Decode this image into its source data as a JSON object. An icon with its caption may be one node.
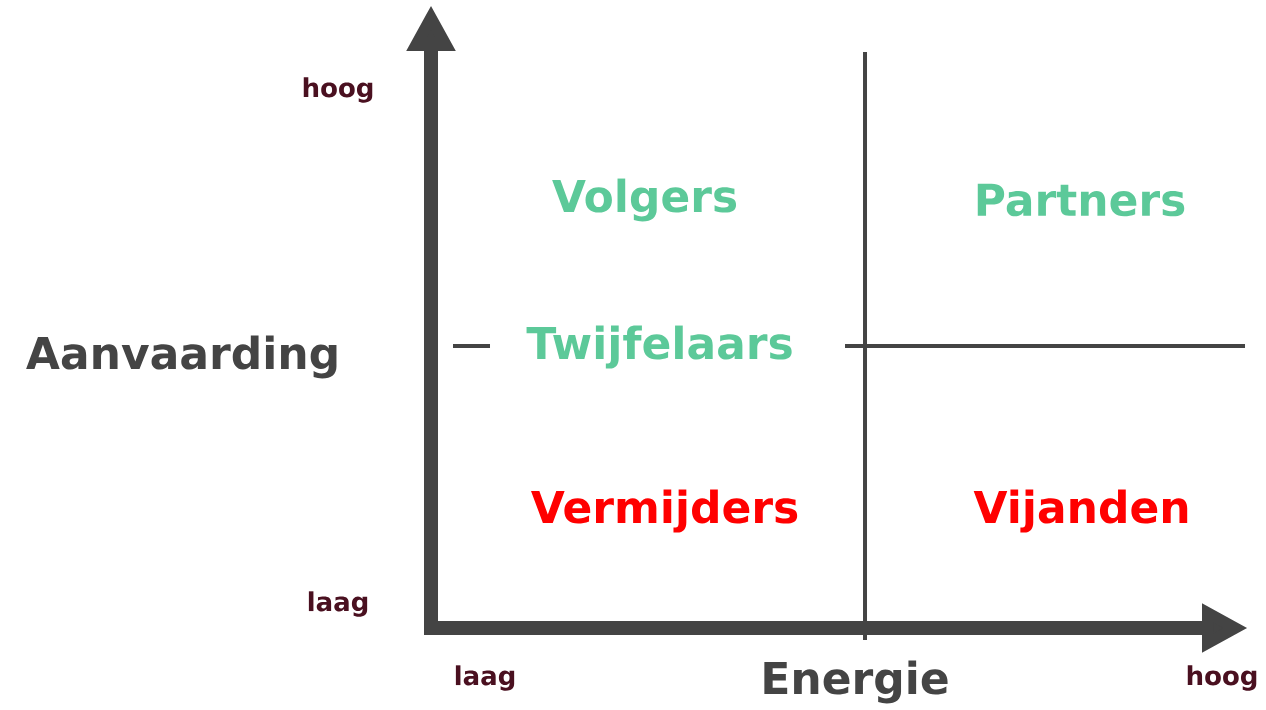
{
  "diagram": {
    "labels": [
      "hoog",
      "Volgers",
      "Partners",
      "Aanvaarding",
      "Twijfelaars",
      "Vermijders",
      "Vijanden",
      "laag",
      "laag",
      "Energie",
      "hoog"
    ]
  }
}
